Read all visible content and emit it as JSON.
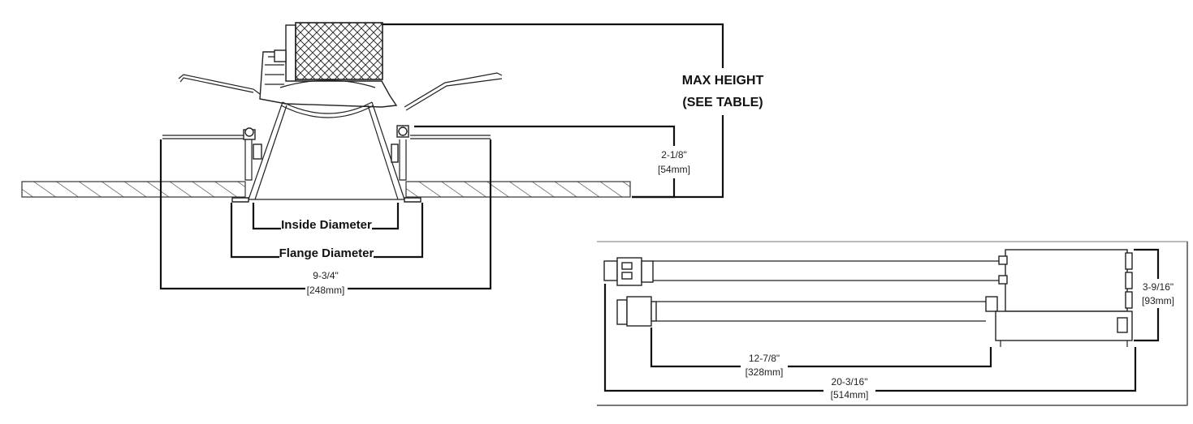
{
  "main_view": {
    "max_height_line1": "MAX HEIGHT",
    "max_height_line2": "(SEE TABLE)",
    "depth_in": "2-1/8\"",
    "depth_mm": "[54mm]",
    "inside_diameter": "Inside Diameter",
    "flange_diameter": "Flange Diameter",
    "cutout_in": "9-3/4\"",
    "cutout_mm": "[248mm]"
  },
  "driver_view": {
    "height_in": "3-9/16\"",
    "height_mm": "[93mm]",
    "cable_in": "12-7/8\"",
    "cable_mm": "[328mm]",
    "overall_in": "20-3/16\"",
    "overall_mm": "[514mm]"
  }
}
